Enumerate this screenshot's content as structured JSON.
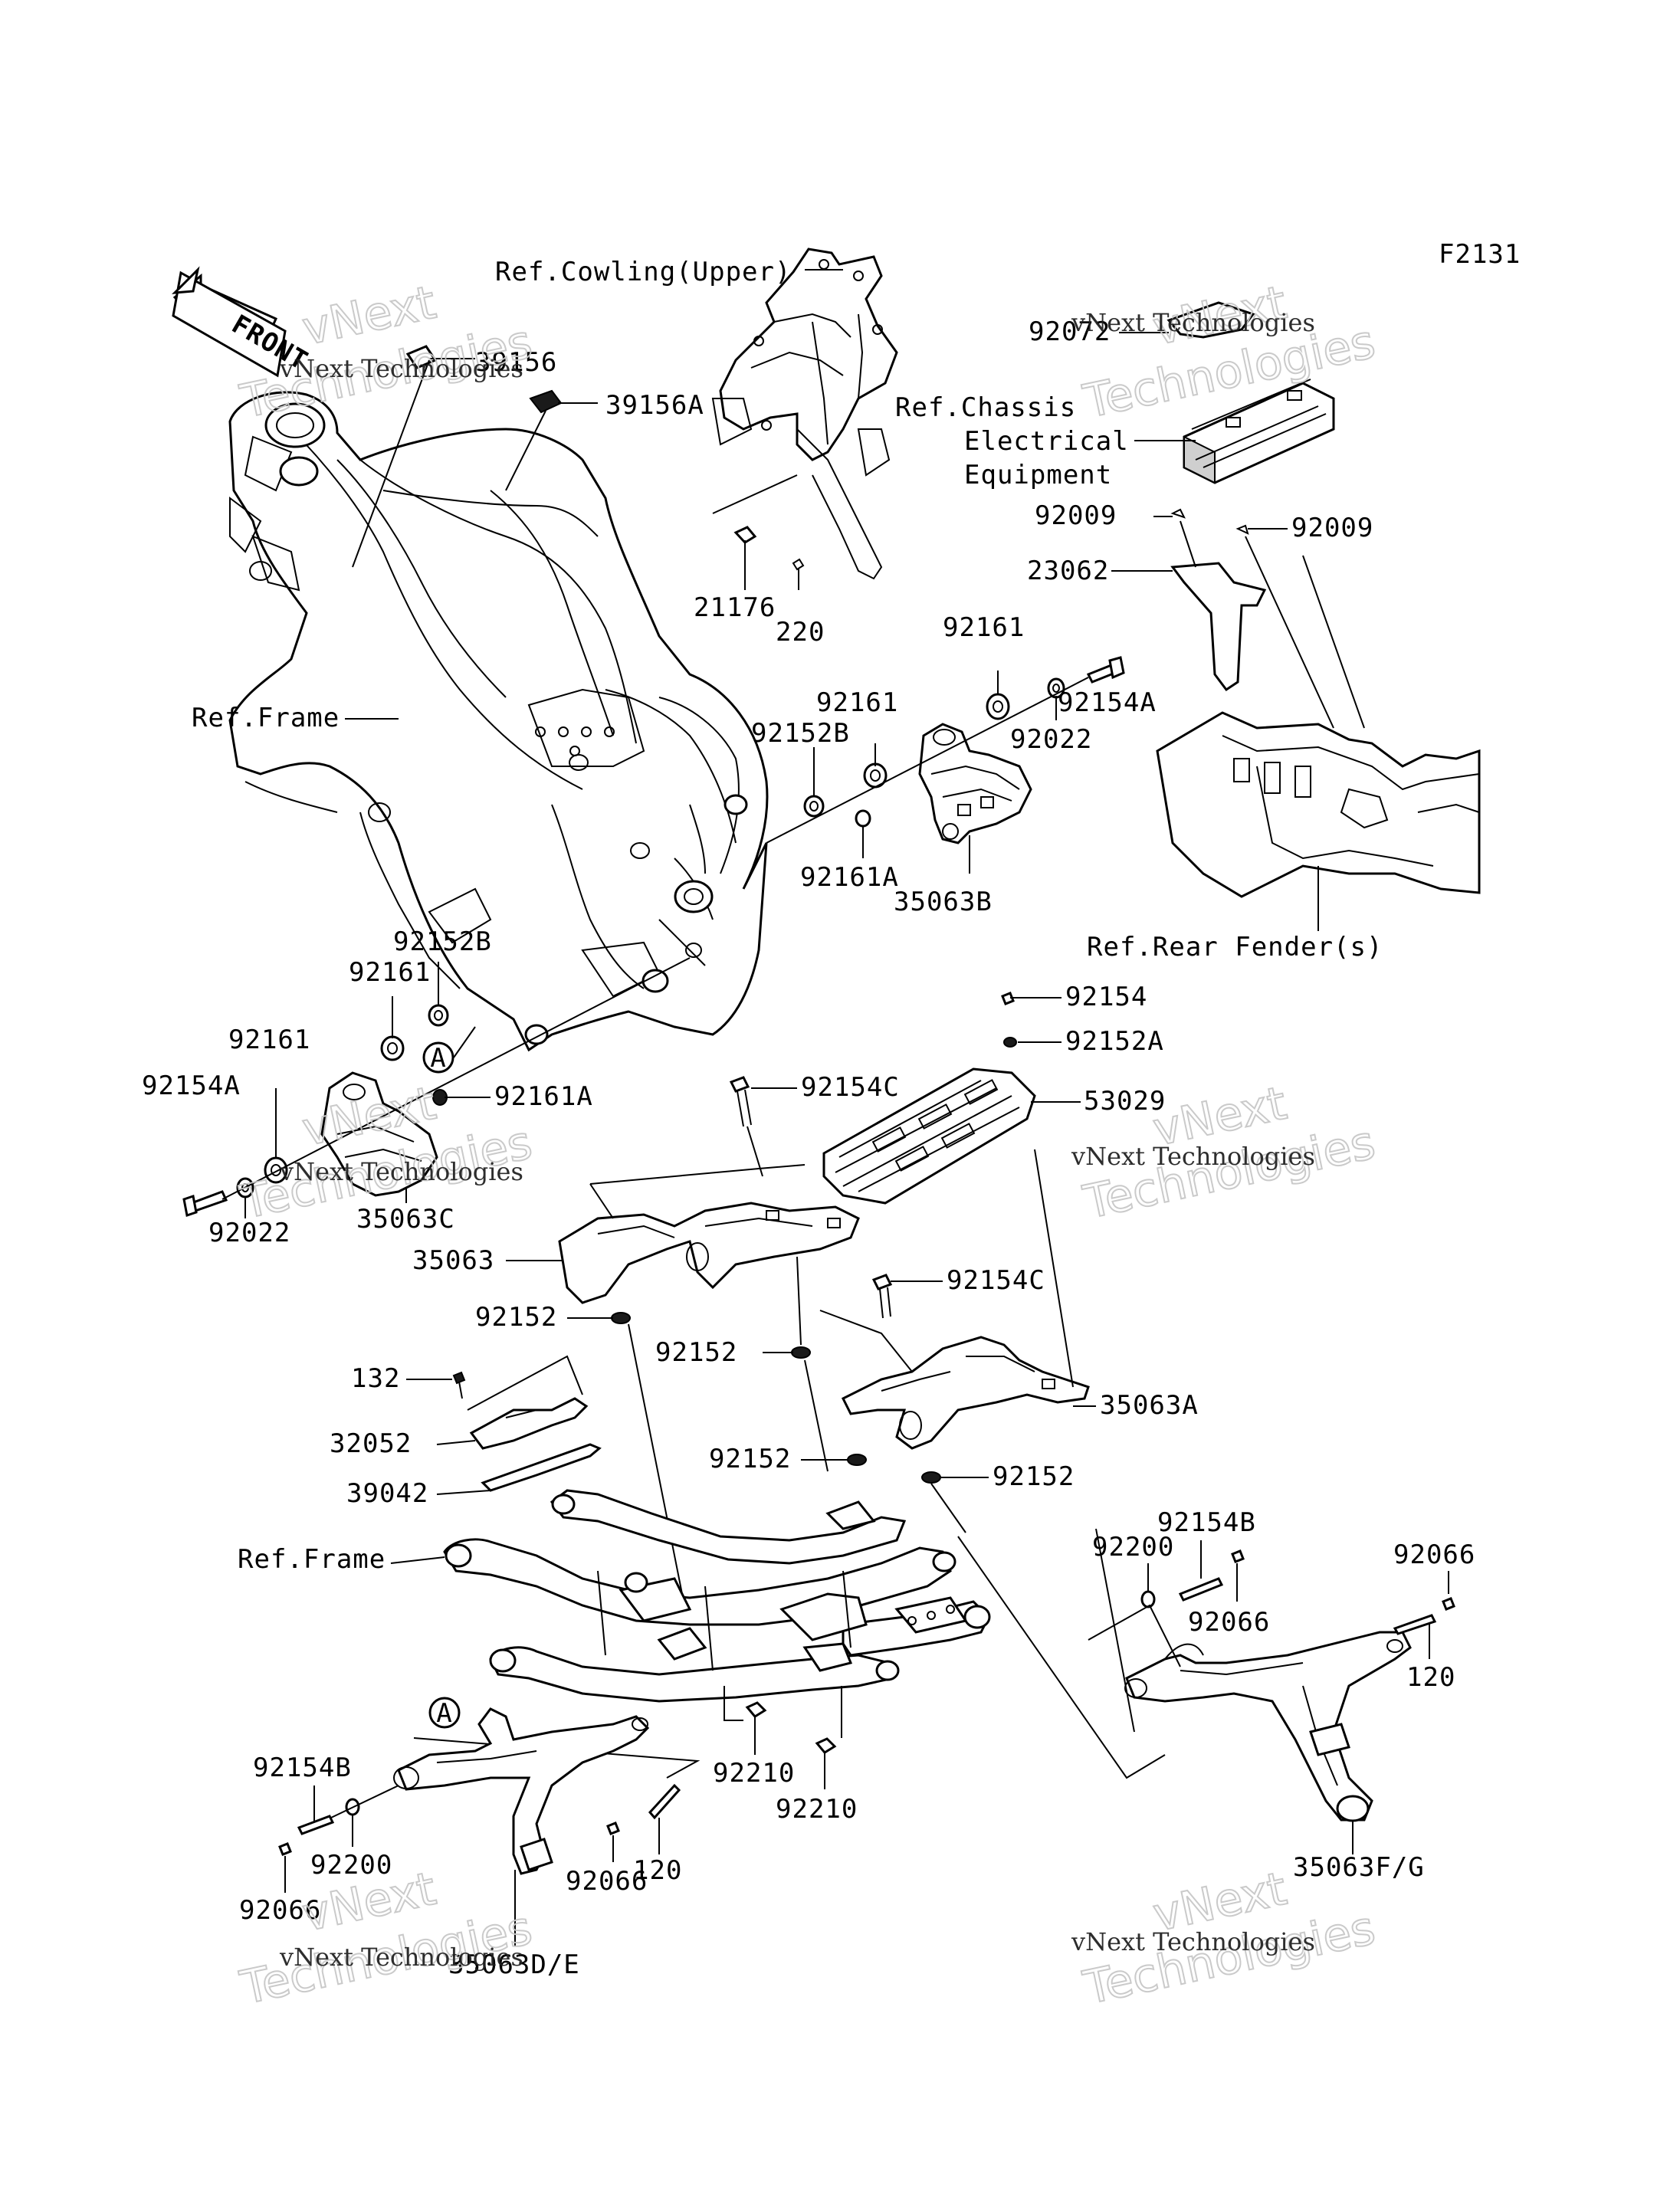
{
  "diagram": {
    "code": "F2131",
    "direction_arrow": "FRONT",
    "watermark": {
      "line1": "vNext Technologies",
      "line2_a": "vNext",
      "line2_b": "Technologies"
    },
    "references": {
      "cowling_upper": "Ref.Cowling(Upper)",
      "chassis_1": "Ref.Chassis",
      "chassis_2": "Electrical",
      "chassis_3": "Equipment",
      "frame_top": "Ref.Frame",
      "frame_bottom": "Ref.Frame",
      "rear_fender": "Ref.Rear Fender(s)"
    },
    "callouts": {
      "marker_a": "A"
    },
    "parts": {
      "p39156": "39156",
      "p39156A": "39156A",
      "p21176": "21176",
      "p220": "220",
      "p92072": "92072",
      "p92009_l": "92009",
      "p92009_r": "92009",
      "p23062": "23062",
      "p92161_t1": "92161",
      "p92161_t2": "92161",
      "p92154A_t": "92154A",
      "p92152B_t": "92152B",
      "p92022_t": "92022",
      "p92161A_t": "92161A",
      "p35063B": "35063B",
      "p92152B_l": "92152B",
      "p92161_l1": "92161",
      "p92161_l2": "92161",
      "p92154A_l": "92154A",
      "p92161A_l": "92161A",
      "p92022_l": "92022",
      "p35063C": "35063C",
      "p92154": "92154",
      "p92152A": "92152A",
      "p92154C_1": "92154C",
      "p53029": "53029",
      "p35063": "35063",
      "p92154C_2": "92154C",
      "p92152_1": "92152",
      "p92152_2": "92152",
      "p35063A": "35063A",
      "p132": "132",
      "p32052": "32052",
      "p92152_3": "92152",
      "p92152_4": "92152",
      "p39042": "39042",
      "p92154B_r": "92154B",
      "p92200_r": "92200",
      "p92066_r1": "92066",
      "p92066_r2": "92066",
      "p120_r": "120",
      "p92210_1": "92210",
      "p92210_2": "92210",
      "p92154B_l": "92154B",
      "p92200_l": "92200",
      "p92066_l1": "92066",
      "p92066_l2": "92066",
      "p120_l": "120",
      "p35063DE": "35063D/E",
      "p35063FG": "35063F/G"
    }
  }
}
